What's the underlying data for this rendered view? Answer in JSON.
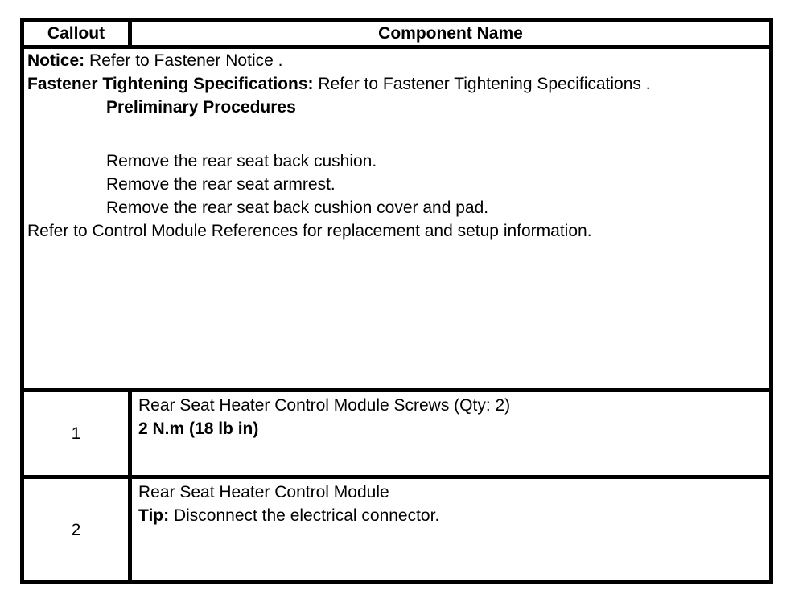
{
  "page": {
    "background_color": "#ffffff",
    "border_color": "#000000",
    "text_color": "#000000"
  },
  "table": {
    "header": {
      "callout": "Callout",
      "component_name": "Component Name"
    },
    "notes": {
      "notice_label": "Notice:",
      "notice_text": " Refer to Fastener Notice .",
      "fastener_label": "Fastener Tightening Specifications:",
      "fastener_text": " Refer to Fastener Tightening Specifications .",
      "preliminary_heading": "Preliminary Procedures",
      "preliminary_steps": [
        "Remove the rear seat back cushion.",
        "Remove the rear seat armrest.",
        "Remove the rear seat back cushion cover and pad."
      ],
      "reference_text": "Refer to Control Module References for replacement and setup information."
    },
    "rows": [
      {
        "callout": "1",
        "name": "Rear Seat Heater Control Module Screws (Qty: 2)",
        "torque": "2 N.m (18 lb in)"
      },
      {
        "callout": "2",
        "name": "Rear Seat Heater Control Module",
        "tip_label": "Tip:",
        "tip_text": " Disconnect the electrical connector."
      }
    ]
  }
}
